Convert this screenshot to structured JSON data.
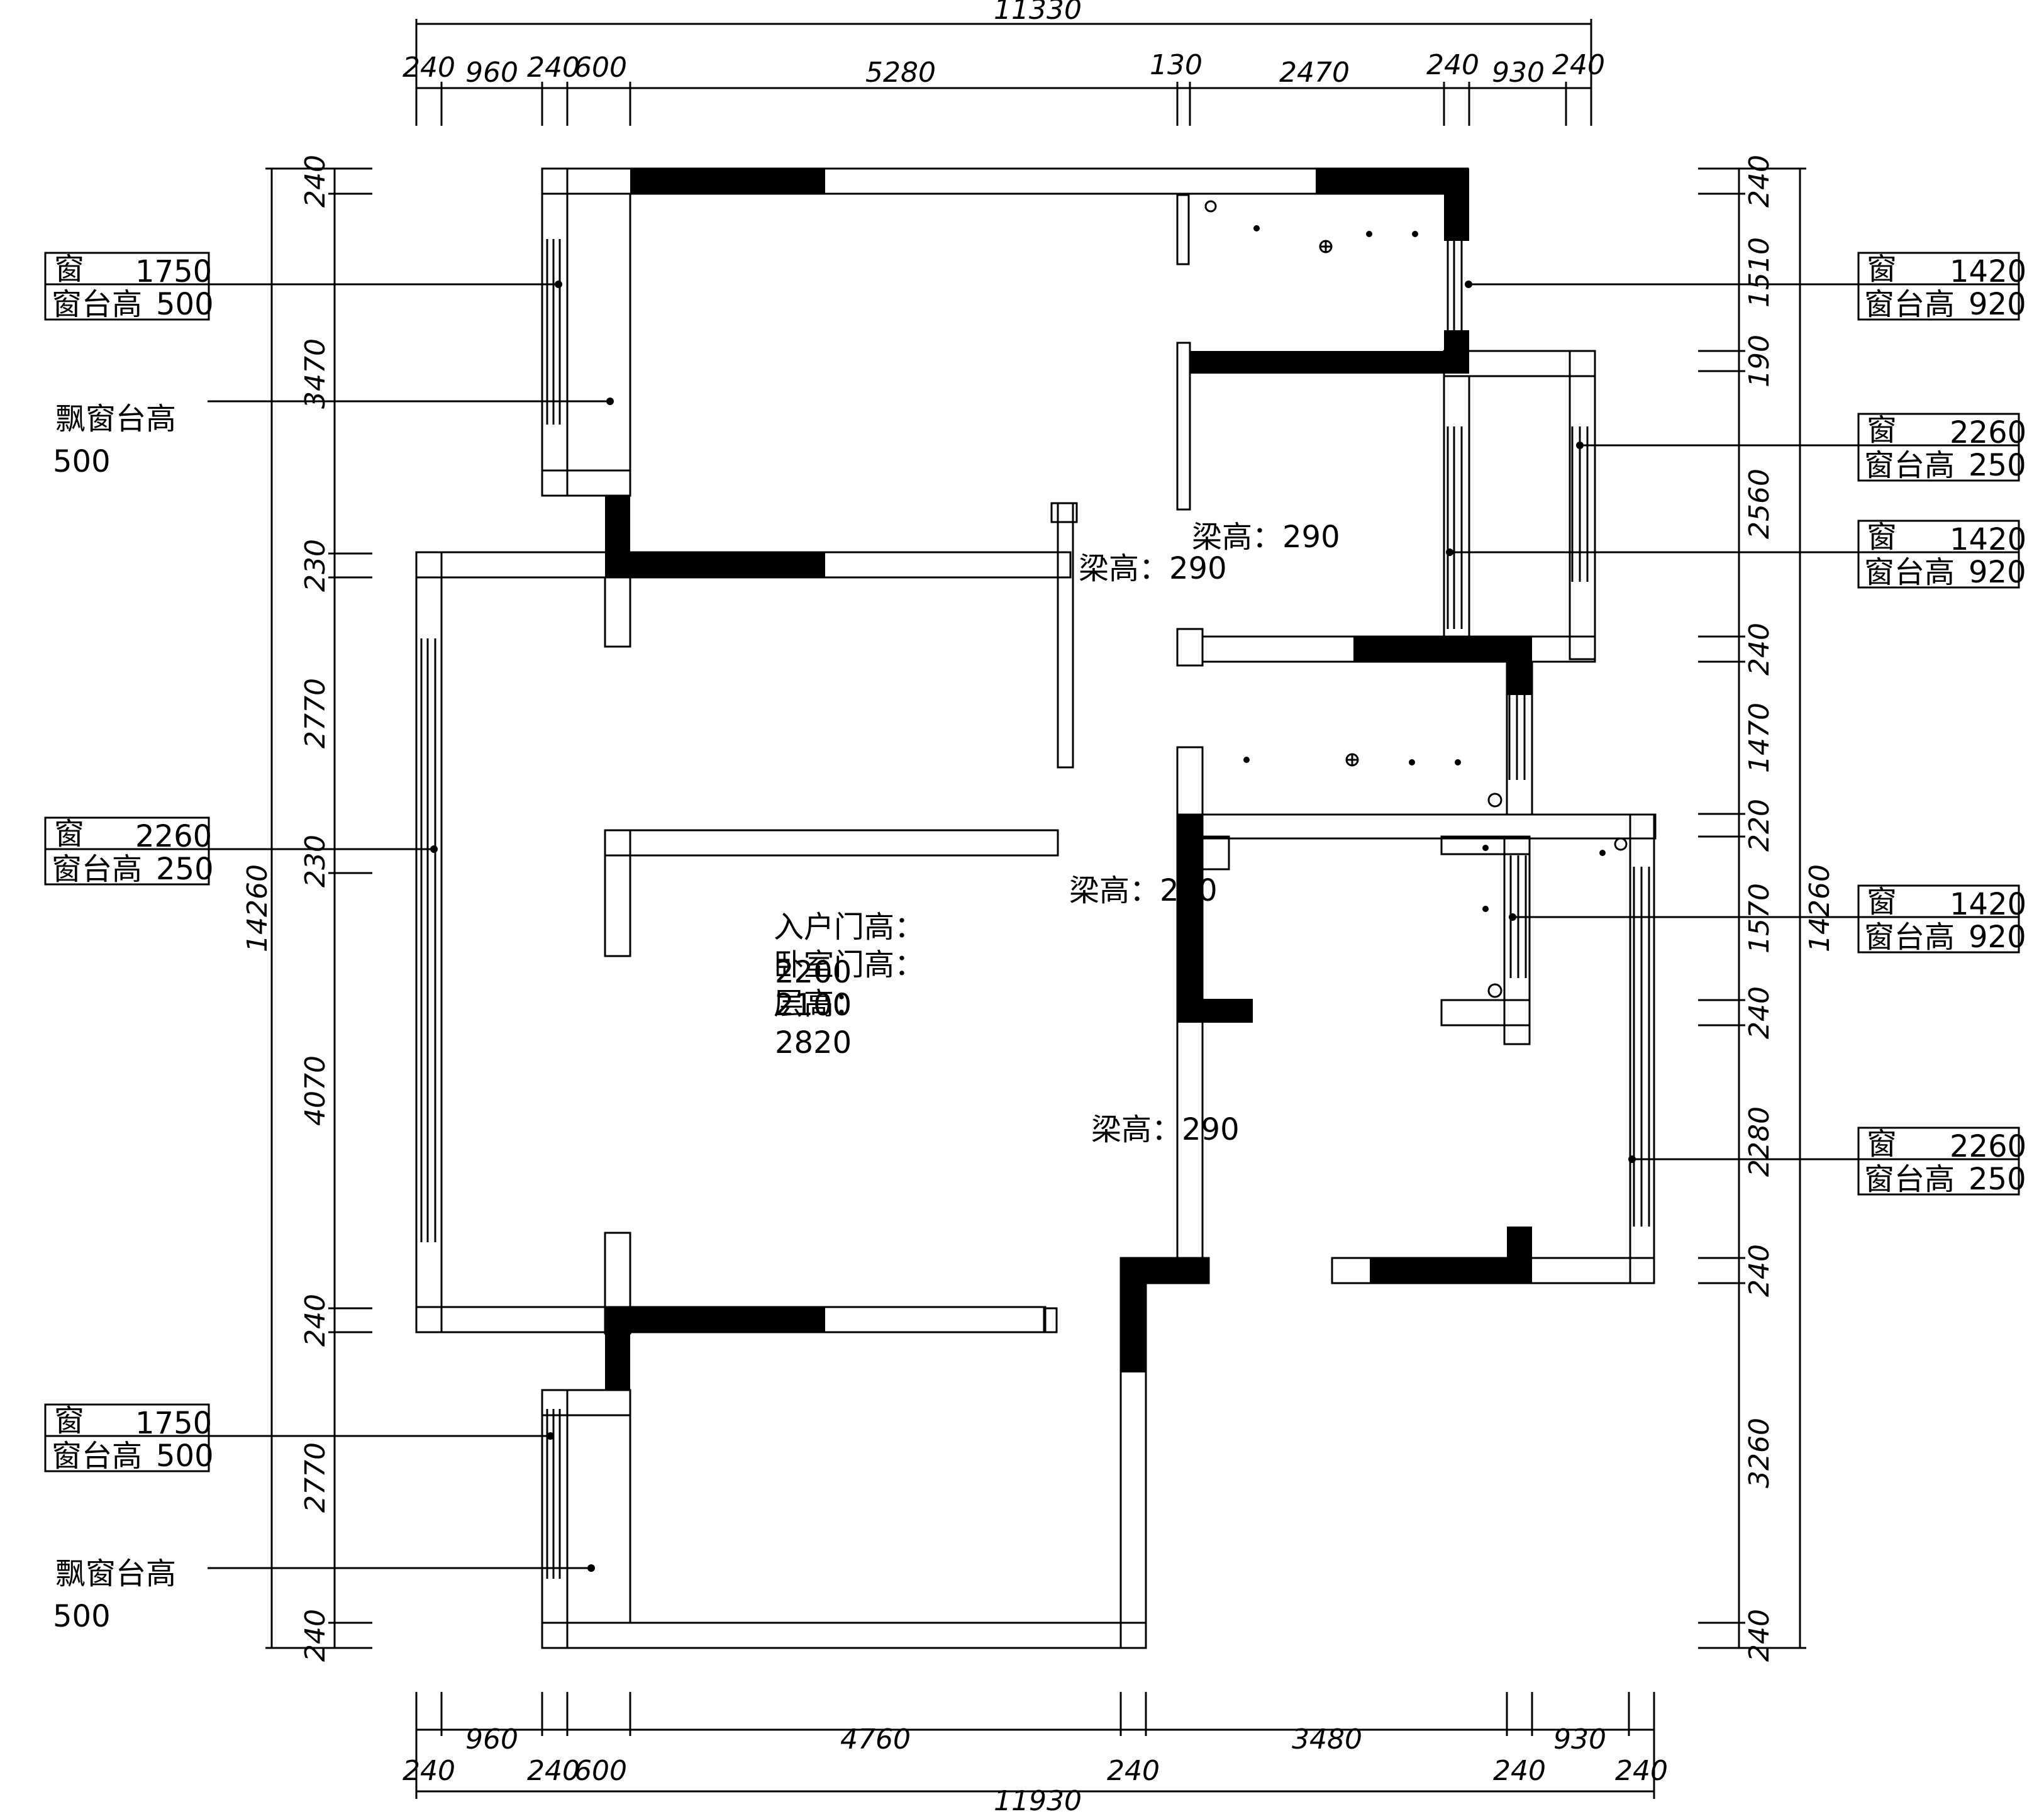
{
  "dimensions": {
    "top_total": "11330",
    "top": [
      "240",
      "960",
      "240",
      "600",
      "5280",
      "130",
      "2470",
      "240",
      "930",
      "240"
    ],
    "bottom_total": "11930",
    "bottom": [
      "240",
      "960",
      "240",
      "600",
      "4760",
      "240",
      "3480",
      "240",
      "930",
      "240"
    ],
    "left_total": "14260",
    "left": [
      "240",
      "3470",
      "230",
      "2770",
      "230",
      "4070",
      "240",
      "2770",
      "240"
    ],
    "right_total": "14260",
    "right": [
      "240",
      "1510",
      "190",
      "2560",
      "240",
      "1470",
      "220",
      "1570",
      "240",
      "2280",
      "240",
      "3260",
      "240"
    ]
  },
  "windows": {
    "left_top": {
      "label_a": "窗",
      "value_a": "1750",
      "label_b": "窗台高",
      "value_b": "500"
    },
    "left_mid": {
      "label_a": "窗",
      "value_a": "2260",
      "label_b": "窗台高",
      "value_b": "250"
    },
    "left_bot": {
      "label_a": "窗",
      "value_a": "1750",
      "label_b": "窗台高",
      "value_b": "500"
    },
    "right_1": {
      "label_a": "窗",
      "value_a": "1420",
      "label_b": "窗台高",
      "value_b": "920"
    },
    "right_2": {
      "label_a": "窗",
      "value_a": "2260",
      "label_b": "窗台高",
      "value_b": "250"
    },
    "right_3": {
      "label_a": "窗",
      "value_a": "1420",
      "label_b": "窗台高",
      "value_b": "920"
    },
    "right_4": {
      "label_a": "窗",
      "value_a": "1420",
      "label_b": "窗台高",
      "value_b": "920"
    },
    "right_5": {
      "label_a": "窗",
      "value_a": "2260",
      "label_b": "窗台高",
      "value_b": "250"
    }
  },
  "bay_windows": {
    "top": {
      "label": "飘窗台高",
      "value": "500"
    },
    "bottom": {
      "label": "飘窗台高",
      "value": "500"
    }
  },
  "beams": [
    "梁高：290",
    "梁高：290",
    "梁高：290",
    "梁高：290"
  ],
  "heights": {
    "entry_label": "入户门高：",
    "entry_value": "2200",
    "bedroom_label": "卧室门高：",
    "bedroom_value": "2100",
    "floor_label": "层高：",
    "floor_value": "2820"
  }
}
